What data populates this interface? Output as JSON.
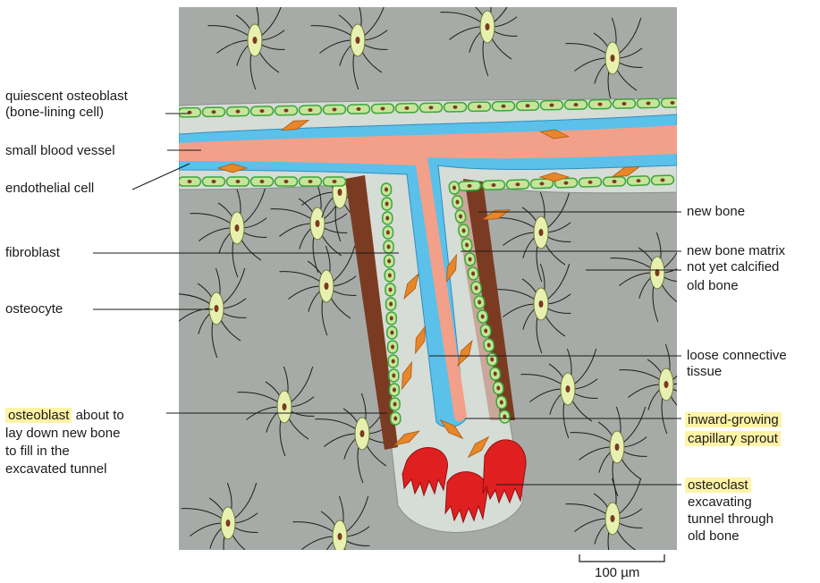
{
  "labels": {
    "quiescent_osteoblast": "quiescent osteoblast",
    "bone_lining_cell": "(bone-lining cell)",
    "small_blood_vessel": "small blood vessel",
    "endothelial_cell": "endothelial cell",
    "fibroblast": "fibroblast",
    "osteocyte": "osteocyte",
    "osteoblast_word": "osteoblast",
    "osteoblast_rest1": "about to",
    "osteoblast_rest2": "lay down new bone",
    "osteoblast_rest3": "to fill in the",
    "osteoblast_rest4": "excavated tunnel",
    "new_bone": "new bone",
    "new_bone_matrix1": "new bone matrix",
    "new_bone_matrix2": "not yet calcified",
    "old_bone": "old bone",
    "loose_ct1": "loose connective",
    "loose_ct2": "tissue",
    "capillary1": "inward-growing",
    "capillary2": "capillary sprout",
    "osteoclast_word": "osteoclast",
    "osteoclast2": "excavating",
    "osteoclast3": "tunnel through",
    "osteoclast4": "old bone",
    "scale": "100 µm"
  },
  "colors": {
    "bone": "#a7aba7",
    "highlight": "#fff3a6",
    "vessel": "#f3a08a",
    "endothelium": "#5bc0ea",
    "osteoblast_fill": "#c7e59a",
    "osteoblast_border": "#3aa63a",
    "fibroblast": "#e8862a",
    "osteoclast": "#e02020",
    "new_bone": "#7b3b22",
    "matrix": "#c9a79b",
    "tissue": "#d6dcd6"
  }
}
